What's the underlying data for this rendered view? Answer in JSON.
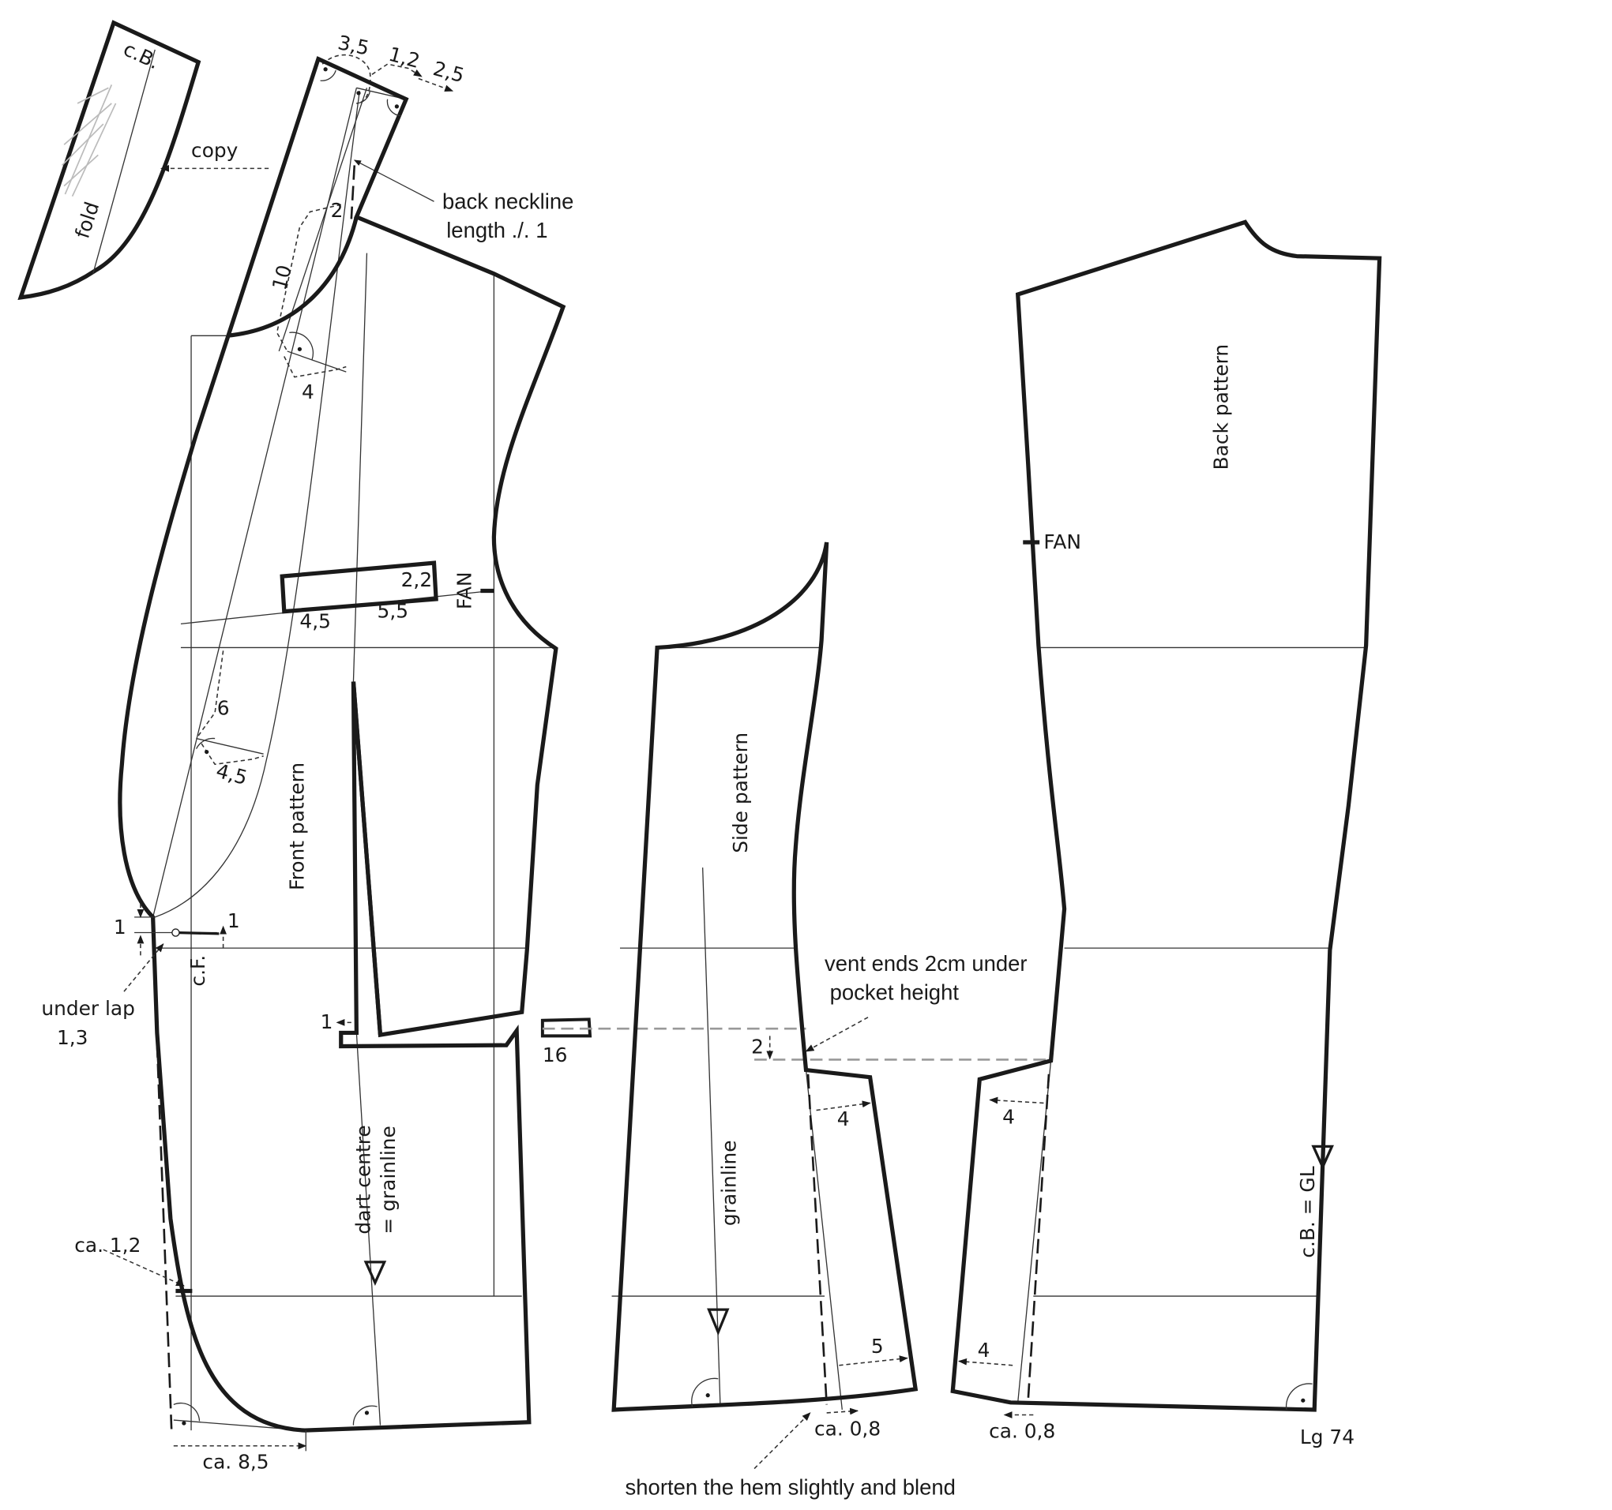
{
  "collar": {
    "cb_label": "c.B.",
    "fold_label": "fold",
    "copy_label": "copy"
  },
  "front": {
    "title": "Front pattern",
    "m_3_5": "3,5",
    "m_1_2": "1,2",
    "m_2_5": "2,5",
    "note_neckline_1": "back neckline",
    "note_neckline_2": "length ./. 1",
    "m_2": "2",
    "m_10": "10",
    "m_4": "4",
    "m_2_2": "2,2",
    "m_4_5_pocket": "4,5",
    "m_5_5": "5,5",
    "fan": "FAN",
    "m_6": "6",
    "m_4_5_lapel": "4,5",
    "m_1_left": "1",
    "m_1_right": "1",
    "cf": "c.F.",
    "under_lap": "under lap",
    "under_lap_value": "1,3",
    "m_1_dart": "1",
    "m_16": "16",
    "dart_centre": "dart centre",
    "eq_grainline": "= grainline",
    "ca_1_2": "ca. 1,2",
    "ca_8_5": "ca. 8,5"
  },
  "side": {
    "title": "Side pattern",
    "vent_note_1": "vent ends 2cm under",
    "vent_note_2": "pocket height",
    "m_2": "2",
    "m_4": "4",
    "grainline": "grainline",
    "m_5": "5",
    "ca_0_8": "ca. 0,8",
    "hem_note": "shorten the hem slightly and blend"
  },
  "back": {
    "title": "Back pattern",
    "fan": "FAN",
    "m_4_top": "4",
    "m_4_bottom": "4",
    "ca_0_8": "ca. 0,8",
    "cb_gl": "c.B. = GL",
    "length": "Lg 74"
  }
}
